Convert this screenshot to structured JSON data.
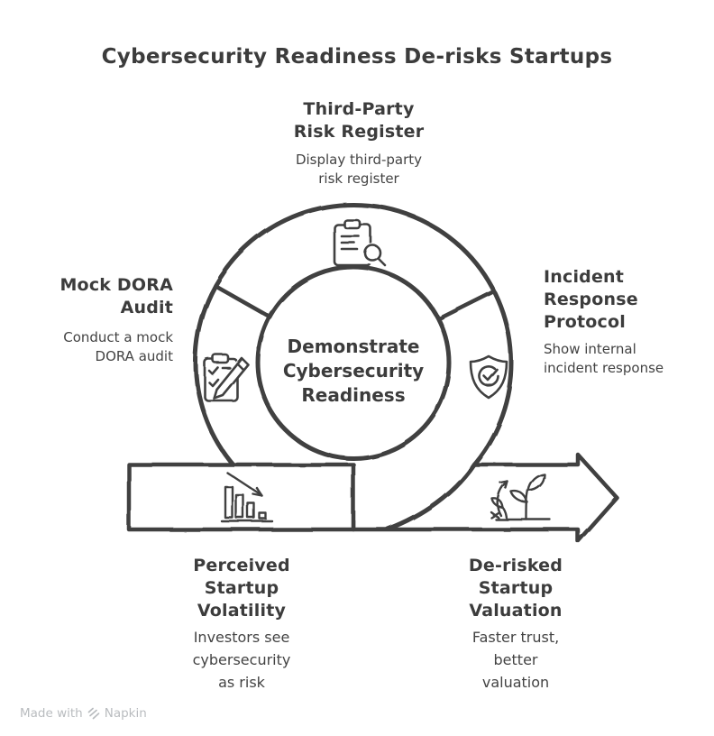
{
  "title": "Cybersecurity Readiness De-risks Startups",
  "center": {
    "label": "Demonstrate\nCybersecurity\nReadiness"
  },
  "nodes": {
    "top": {
      "title": "Third-Party\nRisk Register",
      "subtitle": "Display third-party\nrisk register",
      "icon": "clipboard-search-icon"
    },
    "left": {
      "title": "Mock DORA\nAudit",
      "subtitle": "Conduct a mock\nDORA audit",
      "icon": "clipboard-pencil-icon"
    },
    "right": {
      "title": "Incident\nResponse\nProtocol",
      "subtitle": "Show internal\nincident response",
      "icon": "shield-check-icon"
    },
    "bottom_left": {
      "title": "Perceived\nStartup\nVolatility",
      "subtitle": "Investors see\ncybersecurity\nas risk",
      "icon": "declining-bars-icon"
    },
    "bottom_right": {
      "title": "De-risked\nStartup\nValuation",
      "subtitle": "Faster trust,\nbetter\nvaluation",
      "icon": "growth-sprout-icon"
    }
  },
  "watermark": {
    "made_with": "Made with",
    "brand": "Napkin",
    "logo": "napkin-logo-icon"
  },
  "colors": {
    "stroke": "#414141",
    "text": "#3c3c3c",
    "subtitle_text": "#434343",
    "watermark": "#b9bcbf",
    "background": "#ffffff"
  }
}
